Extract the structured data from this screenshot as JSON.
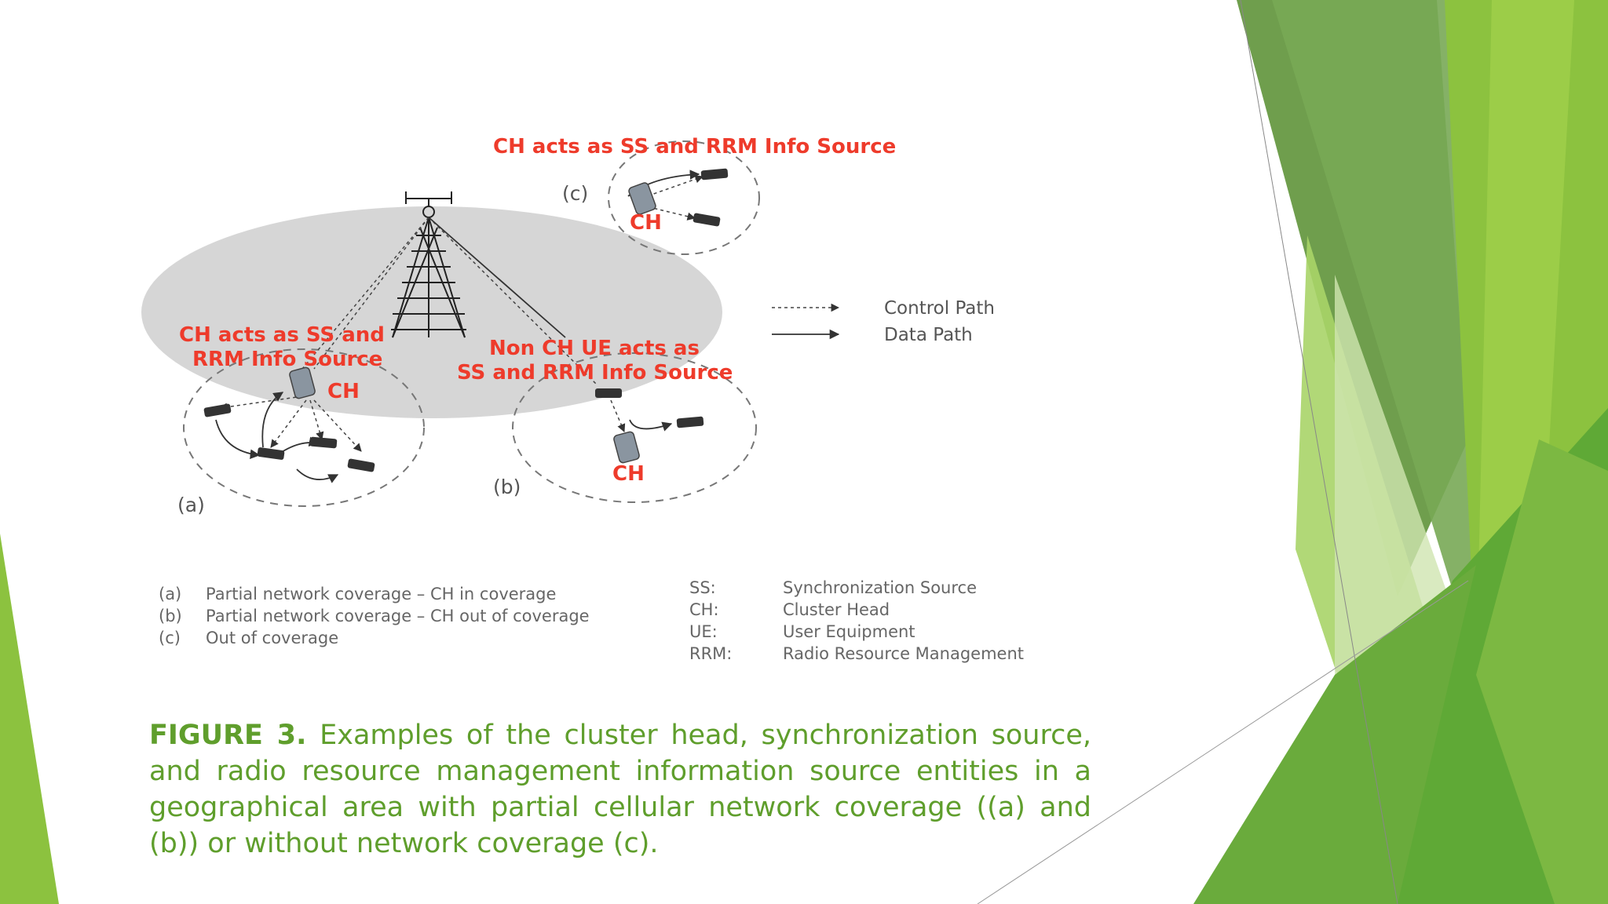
{
  "diagram": {
    "labels": {
      "c_title": "CH acts as SS and RRM Info Source",
      "a_title_line1": "CH acts as SS and",
      "a_title_line2": "RRM Info Source",
      "b_title_line1": "Non CH UE acts as",
      "b_title_line2": "SS and RRM Info Source",
      "ch": "CH",
      "tag_a": "(a)",
      "tag_b": "(b)",
      "tag_c": "(c)"
    },
    "path_legend": {
      "control": "Control Path",
      "data": "Data Path"
    },
    "scenario_key": [
      {
        "tag": "(a)",
        "text": "Partial network coverage – CH in coverage"
      },
      {
        "tag": "(b)",
        "text": "Partial network coverage – CH out of coverage"
      },
      {
        "tag": "(c)",
        "text": "Out of coverage"
      }
    ],
    "abbreviations": [
      {
        "abbr": "SS:",
        "text": "Synchronization Source"
      },
      {
        "abbr": "CH:",
        "text": "Cluster Head"
      },
      {
        "abbr": "UE:",
        "text": "User Equipment"
      },
      {
        "abbr": "RRM:",
        "text": "Radio Resource Management"
      }
    ]
  },
  "caption": {
    "title": "FIGURE 3.",
    "text": " Examples of the cluster head, synchronization source, and radio resource management information source entities in a geographical area with partial cellular network coverage ((a) and (b)) or without network coverage (c)."
  },
  "colors": {
    "label_red": "#ee3b2b",
    "caption_green": "#5f9e2c",
    "coverage_gray": "#d6d6d6"
  }
}
